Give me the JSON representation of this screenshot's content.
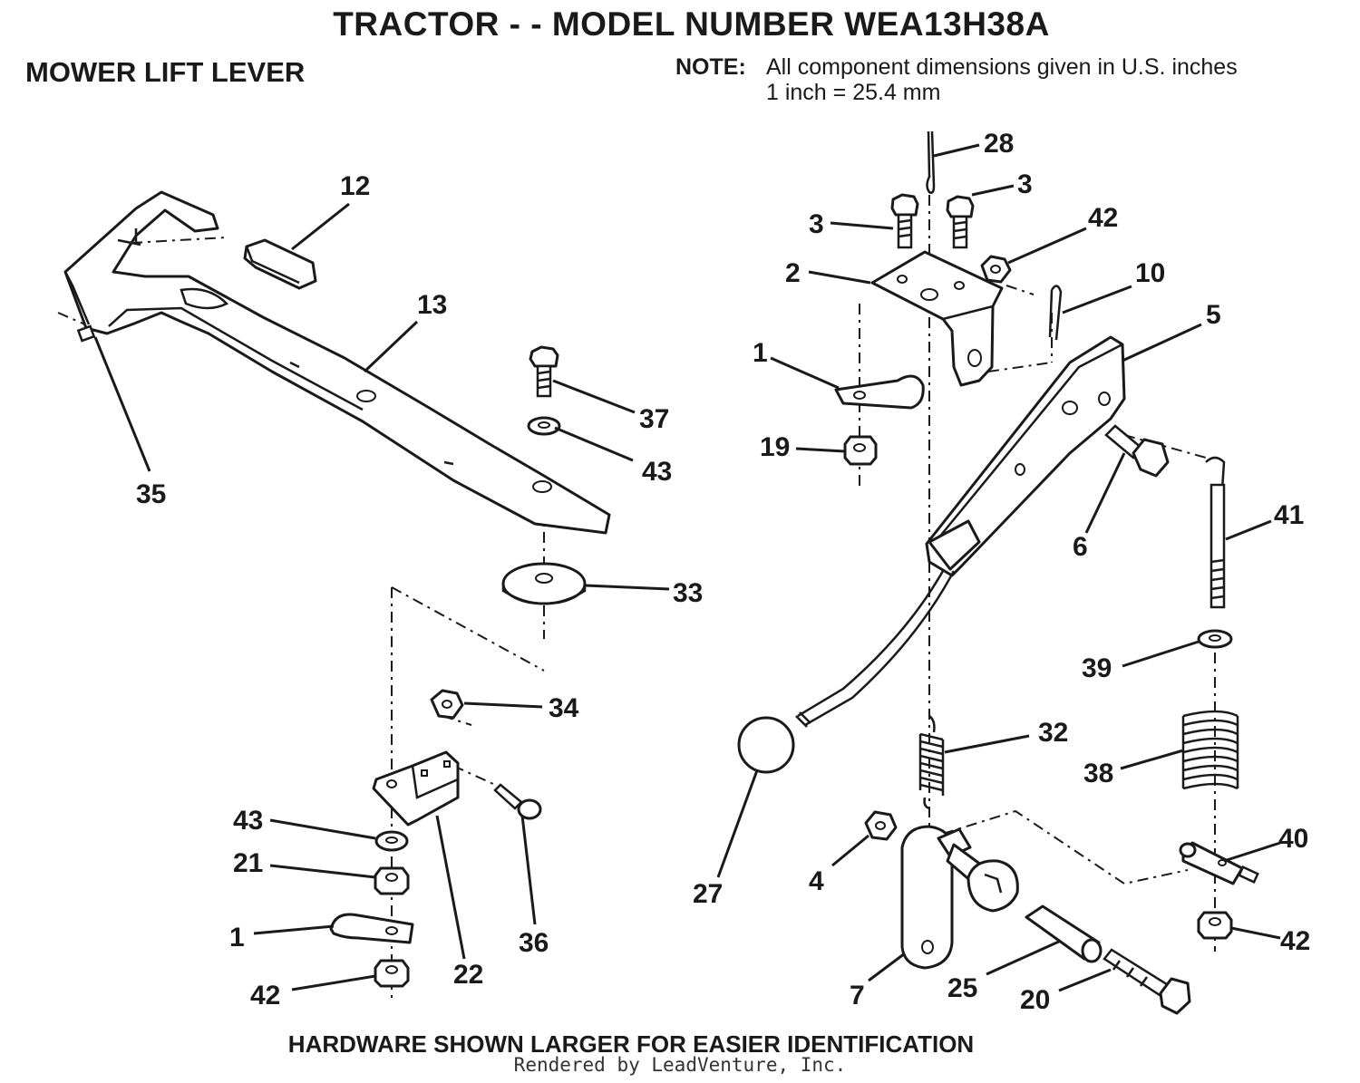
{
  "header": {
    "title": "TRACTOR - - MODEL NUMBER WEA13H38A",
    "section": "MOWER LIFT LEVER",
    "note_label": "NOTE:",
    "note_line1": "All component dimensions given in U.S. inches",
    "note_line2": "1 inch = 25.4 mm"
  },
  "footer": {
    "hardware_note": "HARDWARE SHOWN LARGER FOR EASIER IDENTIFICATION",
    "rendered_by": "Rendered by LeadVenture, Inc."
  },
  "callouts": {
    "c12": "12",
    "c13": "13",
    "c35": "35",
    "c37": "37",
    "c43a": "43",
    "c33": "33",
    "c34": "34",
    "c43b": "43",
    "c21": "21",
    "c1b": "1",
    "c42b": "42",
    "c22": "22",
    "c36": "36",
    "c28": "28",
    "c3a": "3",
    "c3b": "3",
    "c42a": "42",
    "c2": "2",
    "c10": "10",
    "c5": "5",
    "c1a": "1",
    "c19": "19",
    "c6": "6",
    "c41": "41",
    "c39": "39",
    "c32": "32",
    "c38": "38",
    "c27": "27",
    "c4": "4",
    "c40": "40",
    "c42c": "42",
    "c7": "7",
    "c25": "25",
    "c20": "20"
  }
}
